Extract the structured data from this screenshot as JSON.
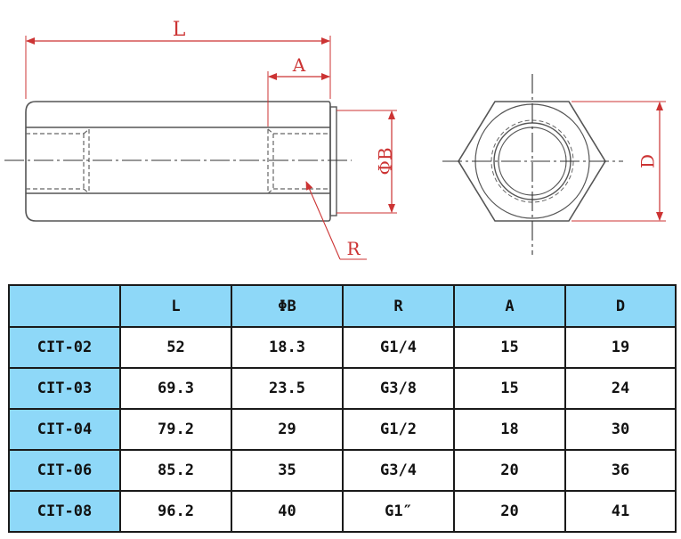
{
  "drawing": {
    "labels": {
      "L": "L",
      "A": "A",
      "B": "ΦB",
      "R": "R",
      "D": "D"
    },
    "colors": {
      "part_line": "#555555",
      "hidden_line": "#666666",
      "centerline": "#333333",
      "dimension": "#cc3333",
      "dimension_text": "#cc3333"
    }
  },
  "table": {
    "header_color": "#8ed8f8",
    "columns": [
      "",
      "L",
      "ΦB",
      "R",
      "A",
      "D"
    ],
    "rows": [
      {
        "model": "CIT-02",
        "L": "52",
        "B": "18.3",
        "R": "G1/4",
        "A": "15",
        "D": "19"
      },
      {
        "model": "CIT-03",
        "L": "69.3",
        "B": "23.5",
        "R": "G3/8",
        "A": "15",
        "D": "24"
      },
      {
        "model": "CIT-04",
        "L": "79.2",
        "B": "29",
        "R": "G1/2",
        "A": "18",
        "D": "30"
      },
      {
        "model": "CIT-06",
        "L": "85.2",
        "B": "35",
        "R": "G3/4",
        "A": "20",
        "D": "36"
      },
      {
        "model": "CIT-08",
        "L": "96.2",
        "B": "40",
        "R": "G1″",
        "A": "20",
        "D": "41"
      }
    ]
  }
}
